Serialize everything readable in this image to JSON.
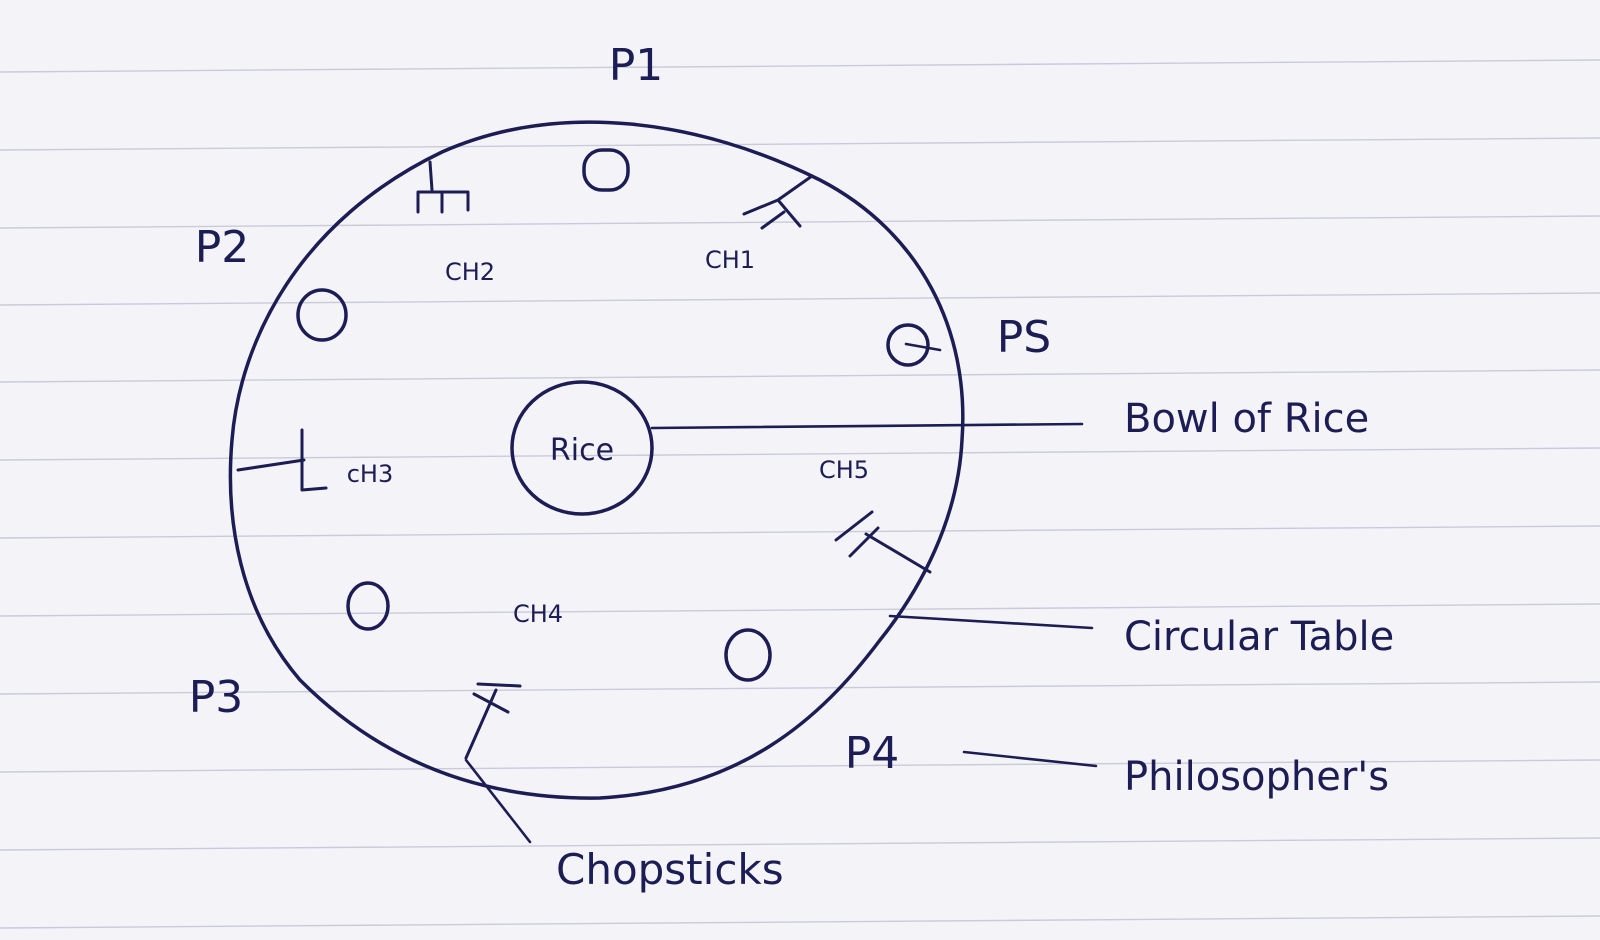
{
  "philosophers": [
    {
      "id": "p1",
      "label": "P1"
    },
    {
      "id": "p2",
      "label": "P2"
    },
    {
      "id": "p3",
      "label": "P3"
    },
    {
      "id": "p4",
      "label": "P4"
    },
    {
      "id": "p5",
      "label": "PS"
    }
  ],
  "chopsticks": [
    {
      "id": "ch1",
      "label": "CH1"
    },
    {
      "id": "ch2",
      "label": "CH2"
    },
    {
      "id": "ch3",
      "label": "cH3"
    },
    {
      "id": "ch4",
      "label": "CH4"
    },
    {
      "id": "ch5",
      "label": "CH5"
    }
  ],
  "bowl": {
    "label": "Rice"
  },
  "annotations": {
    "bowl_of_rice": "Bowl of Rice",
    "circular_table": "Circular Table",
    "philosophers": "Philosopher's",
    "chopsticks": "Chopsticks"
  },
  "colors": {
    "ink": "#1c1d55",
    "paper": "#f4f3f7",
    "ruled_line": "#c9cbd8"
  }
}
